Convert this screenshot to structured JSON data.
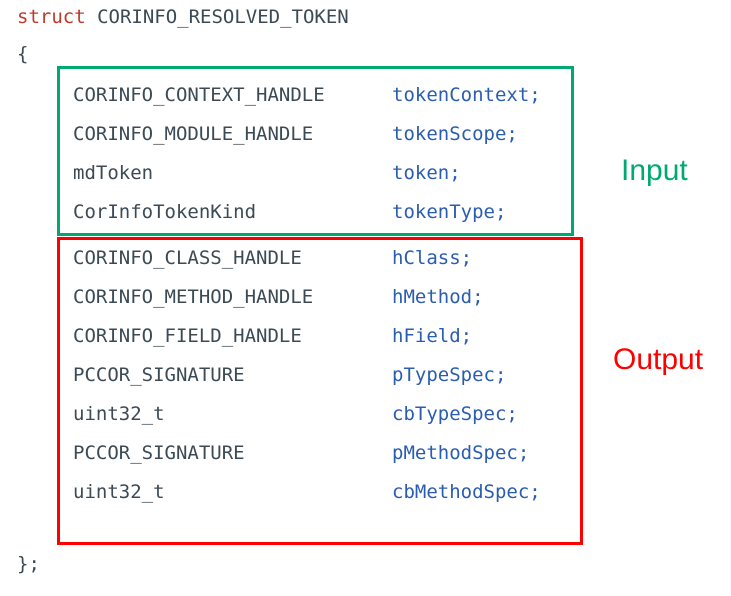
{
  "struct": {
    "keyword": "struct",
    "name": "CORINFO_RESOLVED_TOKEN",
    "open_brace": "{",
    "close_brace": "};"
  },
  "colors": {
    "keyword": "#C0392B",
    "type_text": "#3B4A54",
    "field_text": "#2A5DB0",
    "input_accent": "#00A972",
    "output_accent": "#FF0000",
    "background": "#FFFFFF"
  },
  "groups": [
    {
      "id": "input",
      "label": "Input",
      "accent": "#00A972"
    },
    {
      "id": "output",
      "label": "Output",
      "accent": "#FF0000"
    }
  ],
  "fields": [
    {
      "group": "input",
      "type": "CORINFO_CONTEXT_HANDLE",
      "name": "tokenContext;"
    },
    {
      "group": "input",
      "type": "CORINFO_MODULE_HANDLE",
      "name": "tokenScope;"
    },
    {
      "group": "input",
      "type": "mdToken",
      "name": "token;"
    },
    {
      "group": "input",
      "type": "CorInfoTokenKind",
      "name": "tokenType;"
    },
    {
      "group": "output",
      "type": "CORINFO_CLASS_HANDLE",
      "name": "hClass;"
    },
    {
      "group": "output",
      "type": "CORINFO_METHOD_HANDLE",
      "name": "hMethod;"
    },
    {
      "group": "output",
      "type": "CORINFO_FIELD_HANDLE",
      "name": "hField;"
    },
    {
      "group": "output",
      "type": "PCCOR_SIGNATURE",
      "name": "pTypeSpec;"
    },
    {
      "group": "output",
      "type": "uint32_t",
      "name": "cbTypeSpec;"
    },
    {
      "group": "output",
      "type": "PCCOR_SIGNATURE",
      "name": "pMethodSpec;"
    },
    {
      "group": "output",
      "type": "uint32_t",
      "name": "cbMethodSpec;"
    }
  ]
}
